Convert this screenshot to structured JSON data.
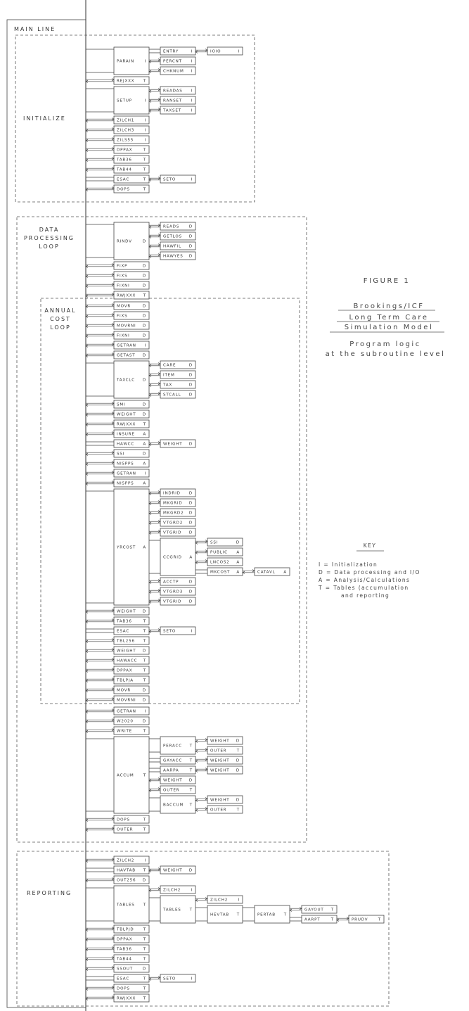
{
  "labels": {
    "main_line": "MAIN LINE",
    "initialize": "INITIALIZE",
    "data_processing": [
      "DATA",
      "PROCESSING",
      "LOOP"
    ],
    "annual_cost": [
      "ANNUAL",
      "COST",
      "LOOP"
    ],
    "reporting": "REPORTING"
  },
  "figure": {
    "number": "FIGURE 1",
    "title": [
      "Brookings/ICF",
      "Long Term Care",
      "Simulation Model"
    ],
    "subtitle": [
      "Program logic",
      "at the subroutine level"
    ]
  },
  "key": {
    "heading": "KEY",
    "entries": [
      "I = Initialization",
      "D = Data processing and I/O",
      "A = Analysis/Calculations",
      "T = Tables (accumulation",
      "and reporting"
    ]
  },
  "initialize": [
    {
      "n": "PARAIN",
      "c": "I",
      "ch": [
        {
          "n": "ENTRY",
          "c": "I",
          "ch": [
            {
              "n": "IOIO",
              "c": "I"
            }
          ]
        },
        {
          "n": "PERCNT",
          "c": "I"
        },
        {
          "n": "CHKNUM",
          "c": "I"
        }
      ]
    },
    {
      "n": "REJXXX",
      "c": "T"
    },
    {
      "n": "SETUP",
      "c": "I",
      "ch": [
        {
          "n": "READAS",
          "c": "I"
        },
        {
          "n": "RANSET",
          "c": "I"
        },
        {
          "n": "TAXSET",
          "c": "I"
        }
      ]
    },
    {
      "n": "ZILCH1",
      "c": "I"
    },
    {
      "n": "ZILCH3",
      "c": "I"
    },
    {
      "n": "ZILS55",
      "c": "I"
    },
    {
      "n": "DPPAX",
      "c": "T"
    },
    {
      "n": "TAB36",
      "c": "T"
    },
    {
      "n": "TAB44",
      "c": "T"
    },
    {
      "n": "ESAC",
      "c": "T",
      "ch": [
        {
          "n": "SETO",
          "c": "I"
        }
      ]
    },
    {
      "n": "DOPS",
      "c": "T"
    }
  ],
  "data_processing_before": [
    {
      "n": "RINDV",
      "c": "D",
      "ch": [
        {
          "n": "READS",
          "c": "D"
        },
        {
          "n": "GETLOS",
          "c": "D"
        },
        {
          "n": "HAWFIL",
          "c": "D"
        },
        {
          "n": "HAWYES",
          "c": "D"
        }
      ]
    },
    {
      "n": "FIXP",
      "c": "D"
    },
    {
      "n": "FIXS",
      "c": "D"
    },
    {
      "n": "FIXNI",
      "c": "D"
    },
    {
      "n": "RWJXXX",
      "c": "T"
    }
  ],
  "annual_cost": [
    {
      "n": "MOVR",
      "c": "D"
    },
    {
      "n": "FIXS",
      "c": "D"
    },
    {
      "n": "MOVRNI",
      "c": "D"
    },
    {
      "n": "FIXNI",
      "c": "D"
    },
    {
      "n": "GETRAN",
      "c": "I"
    },
    {
      "n": "GETAST",
      "c": "D"
    },
    {
      "n": "TAXCLC",
      "c": "D",
      "ch": [
        {
          "n": "CARE",
          "c": "D"
        },
        {
          "n": "ITEM",
          "c": "D"
        },
        {
          "n": "TAX",
          "c": "D"
        },
        {
          "n": "STCALL",
          "c": "D"
        }
      ]
    },
    {
      "n": "SMI",
      "c": "D"
    },
    {
      "n": "WEIGHT",
      "c": "D"
    },
    {
      "n": "RWJXXX",
      "c": "T"
    },
    {
      "n": "INSURE",
      "c": "A"
    },
    {
      "n": "HAWCC",
      "c": "A",
      "ch": [
        {
          "n": "WEIGHT",
          "c": "D"
        }
      ]
    },
    {
      "n": "SSI",
      "c": "D"
    },
    {
      "n": "NISPPS",
      "c": "A"
    },
    {
      "n": "GETRAN",
      "c": "I"
    },
    {
      "n": "NISPPS",
      "c": "A"
    },
    {
      "n": "YRCOST",
      "c": "A",
      "ch": [
        {
          "n": "INDRID",
          "c": "D"
        },
        {
          "n": "MKGRID",
          "c": "D"
        },
        {
          "n": "MKGRD2",
          "c": "D"
        },
        {
          "n": "VTGRD2",
          "c": "D"
        },
        {
          "n": "VTGRID",
          "c": "D"
        },
        {
          "n": "CCGRID",
          "c": "A",
          "ch": [
            {
              "n": "SSI",
              "c": "D"
            },
            {
              "n": "PUBLIC",
              "c": "A"
            },
            {
              "n": "LNCOS2",
              "c": "A"
            },
            {
              "n": "MKCOST",
              "c": "A",
              "ch": [
                {
                  "n": "CATAVL",
                  "c": "A"
                }
              ]
            }
          ]
        },
        {
          "n": "ACCTP",
          "c": "D"
        },
        {
          "n": "VTGRD3",
          "c": "D"
        },
        {
          "n": "VTGRID",
          "c": "D"
        }
      ]
    },
    {
      "n": "WEIGHT",
      "c": "D"
    },
    {
      "n": "TAB36",
      "c": "T"
    },
    {
      "n": "ESAC",
      "c": "T",
      "ch": [
        {
          "n": "SETO",
          "c": "I"
        }
      ]
    },
    {
      "n": "TBL256",
      "c": "T"
    },
    {
      "n": "WEIGHT",
      "c": "D"
    },
    {
      "n": "HAWACC",
      "c": "T"
    },
    {
      "n": "DPPAX",
      "c": "T"
    },
    {
      "n": "TBLPJA",
      "c": "T"
    },
    {
      "n": "MOVR",
      "c": "D"
    },
    {
      "n": "MOVRNI",
      "c": "D"
    }
  ],
  "data_processing_after": [
    {
      "n": "GETRAN",
      "c": "I"
    },
    {
      "n": "W2020",
      "c": "D"
    },
    {
      "n": "WRITE",
      "c": "T"
    },
    {
      "n": "ACCUM",
      "c": "T",
      "ch": [
        {
          "n": "PERACC",
          "c": "T",
          "ch": [
            {
              "n": "WEIGHT",
              "c": "D"
            },
            {
              "n": "OUTER",
              "c": "T"
            }
          ]
        },
        {
          "n": "GAYACC",
          "c": "T",
          "ch": [
            {
              "n": "WEIGHT",
              "c": "D"
            }
          ]
        },
        {
          "n": "AARPA",
          "c": "T",
          "ch": [
            {
              "n": "WEIGHT",
              "c": "D"
            }
          ]
        },
        {
          "n": "WEIGHT",
          "c": "D"
        },
        {
          "n": "OUTER",
          "c": "T"
        },
        {
          "n": "BACCUM",
          "c": "T",
          "ch": [
            {
              "n": "WEIGHT",
              "c": "D"
            },
            {
              "n": "OUTER",
              "c": "T"
            }
          ]
        }
      ]
    },
    {
      "n": "DOPS",
      "c": "T"
    },
    {
      "n": "OUTER",
      "c": "T"
    }
  ],
  "reporting": [
    {
      "n": "ZILCH2",
      "c": "I"
    },
    {
      "n": "HAVTAB",
      "c": "T",
      "ch": [
        {
          "n": "WEIGHT",
          "c": "D"
        }
      ]
    },
    {
      "n": "OUT256",
      "c": "D"
    },
    {
      "n": "TABLES",
      "c": "T",
      "ch": [
        {
          "n": "ZILCH2",
          "c": "I"
        },
        {
          "n": "TABLES",
          "c": "T",
          "ch": [
            {
              "n": "ZILCH2",
              "c": "I"
            },
            {
              "n": "HEVTAB",
              "c": "T",
              "ch": [
                {
                  "n": "PERTAB",
                  "c": "T",
                  "ch": [
                    {
                      "n": "GAYOUT",
                      "c": "T"
                    },
                    {
                      "n": "AARPT",
                      "c": "T",
                      "ch": [
                        {
                          "n": "PRUDV",
                          "c": "T"
                        }
                      ]
                    }
                  ]
                }
              ]
            }
          ]
        }
      ]
    },
    {
      "n": "TBLPJD",
      "c": "T"
    },
    {
      "n": "DPPAX",
      "c": "T"
    },
    {
      "n": "TAB36",
      "c": "T"
    },
    {
      "n": "TAB44",
      "c": "T"
    },
    {
      "n": "SSOUT",
      "c": "D"
    },
    {
      "n": "ESAC",
      "c": "T",
      "ch": [
        {
          "n": "SETO",
          "c": "I"
        }
      ]
    },
    {
      "n": "DOPS",
      "c": "T"
    },
    {
      "n": "RWJXXX",
      "c": "T"
    }
  ]
}
